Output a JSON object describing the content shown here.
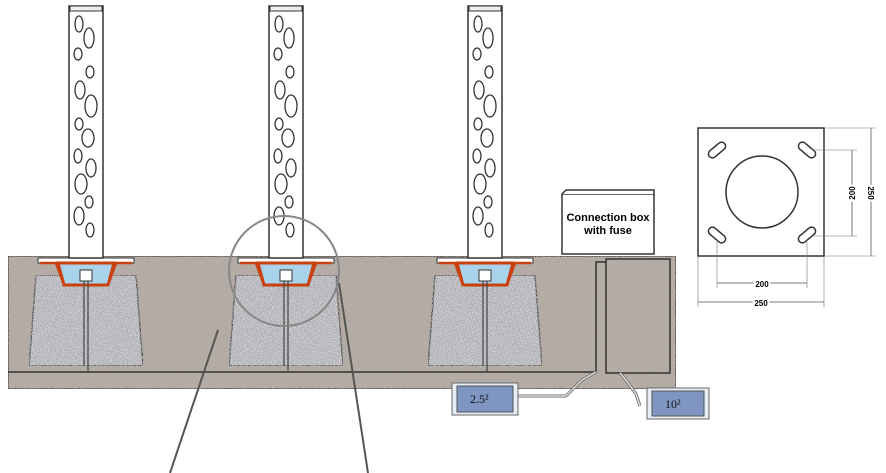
{
  "labels": {
    "connection_box": [
      "Connection box",
      "with fuse"
    ],
    "cable_small": "2.5²",
    "cable_large": "10²"
  },
  "base_plate": {
    "outer_width": "250",
    "outer_height": "250",
    "inner_width": "200",
    "inner_height": "200"
  },
  "colors": {
    "ground": "#b5aca3",
    "concrete": "#a8a8ad",
    "anchor_plate": "#c9410f",
    "cable_tag": "#7f95c2",
    "cable_tag_light": "#a9d3ea"
  }
}
